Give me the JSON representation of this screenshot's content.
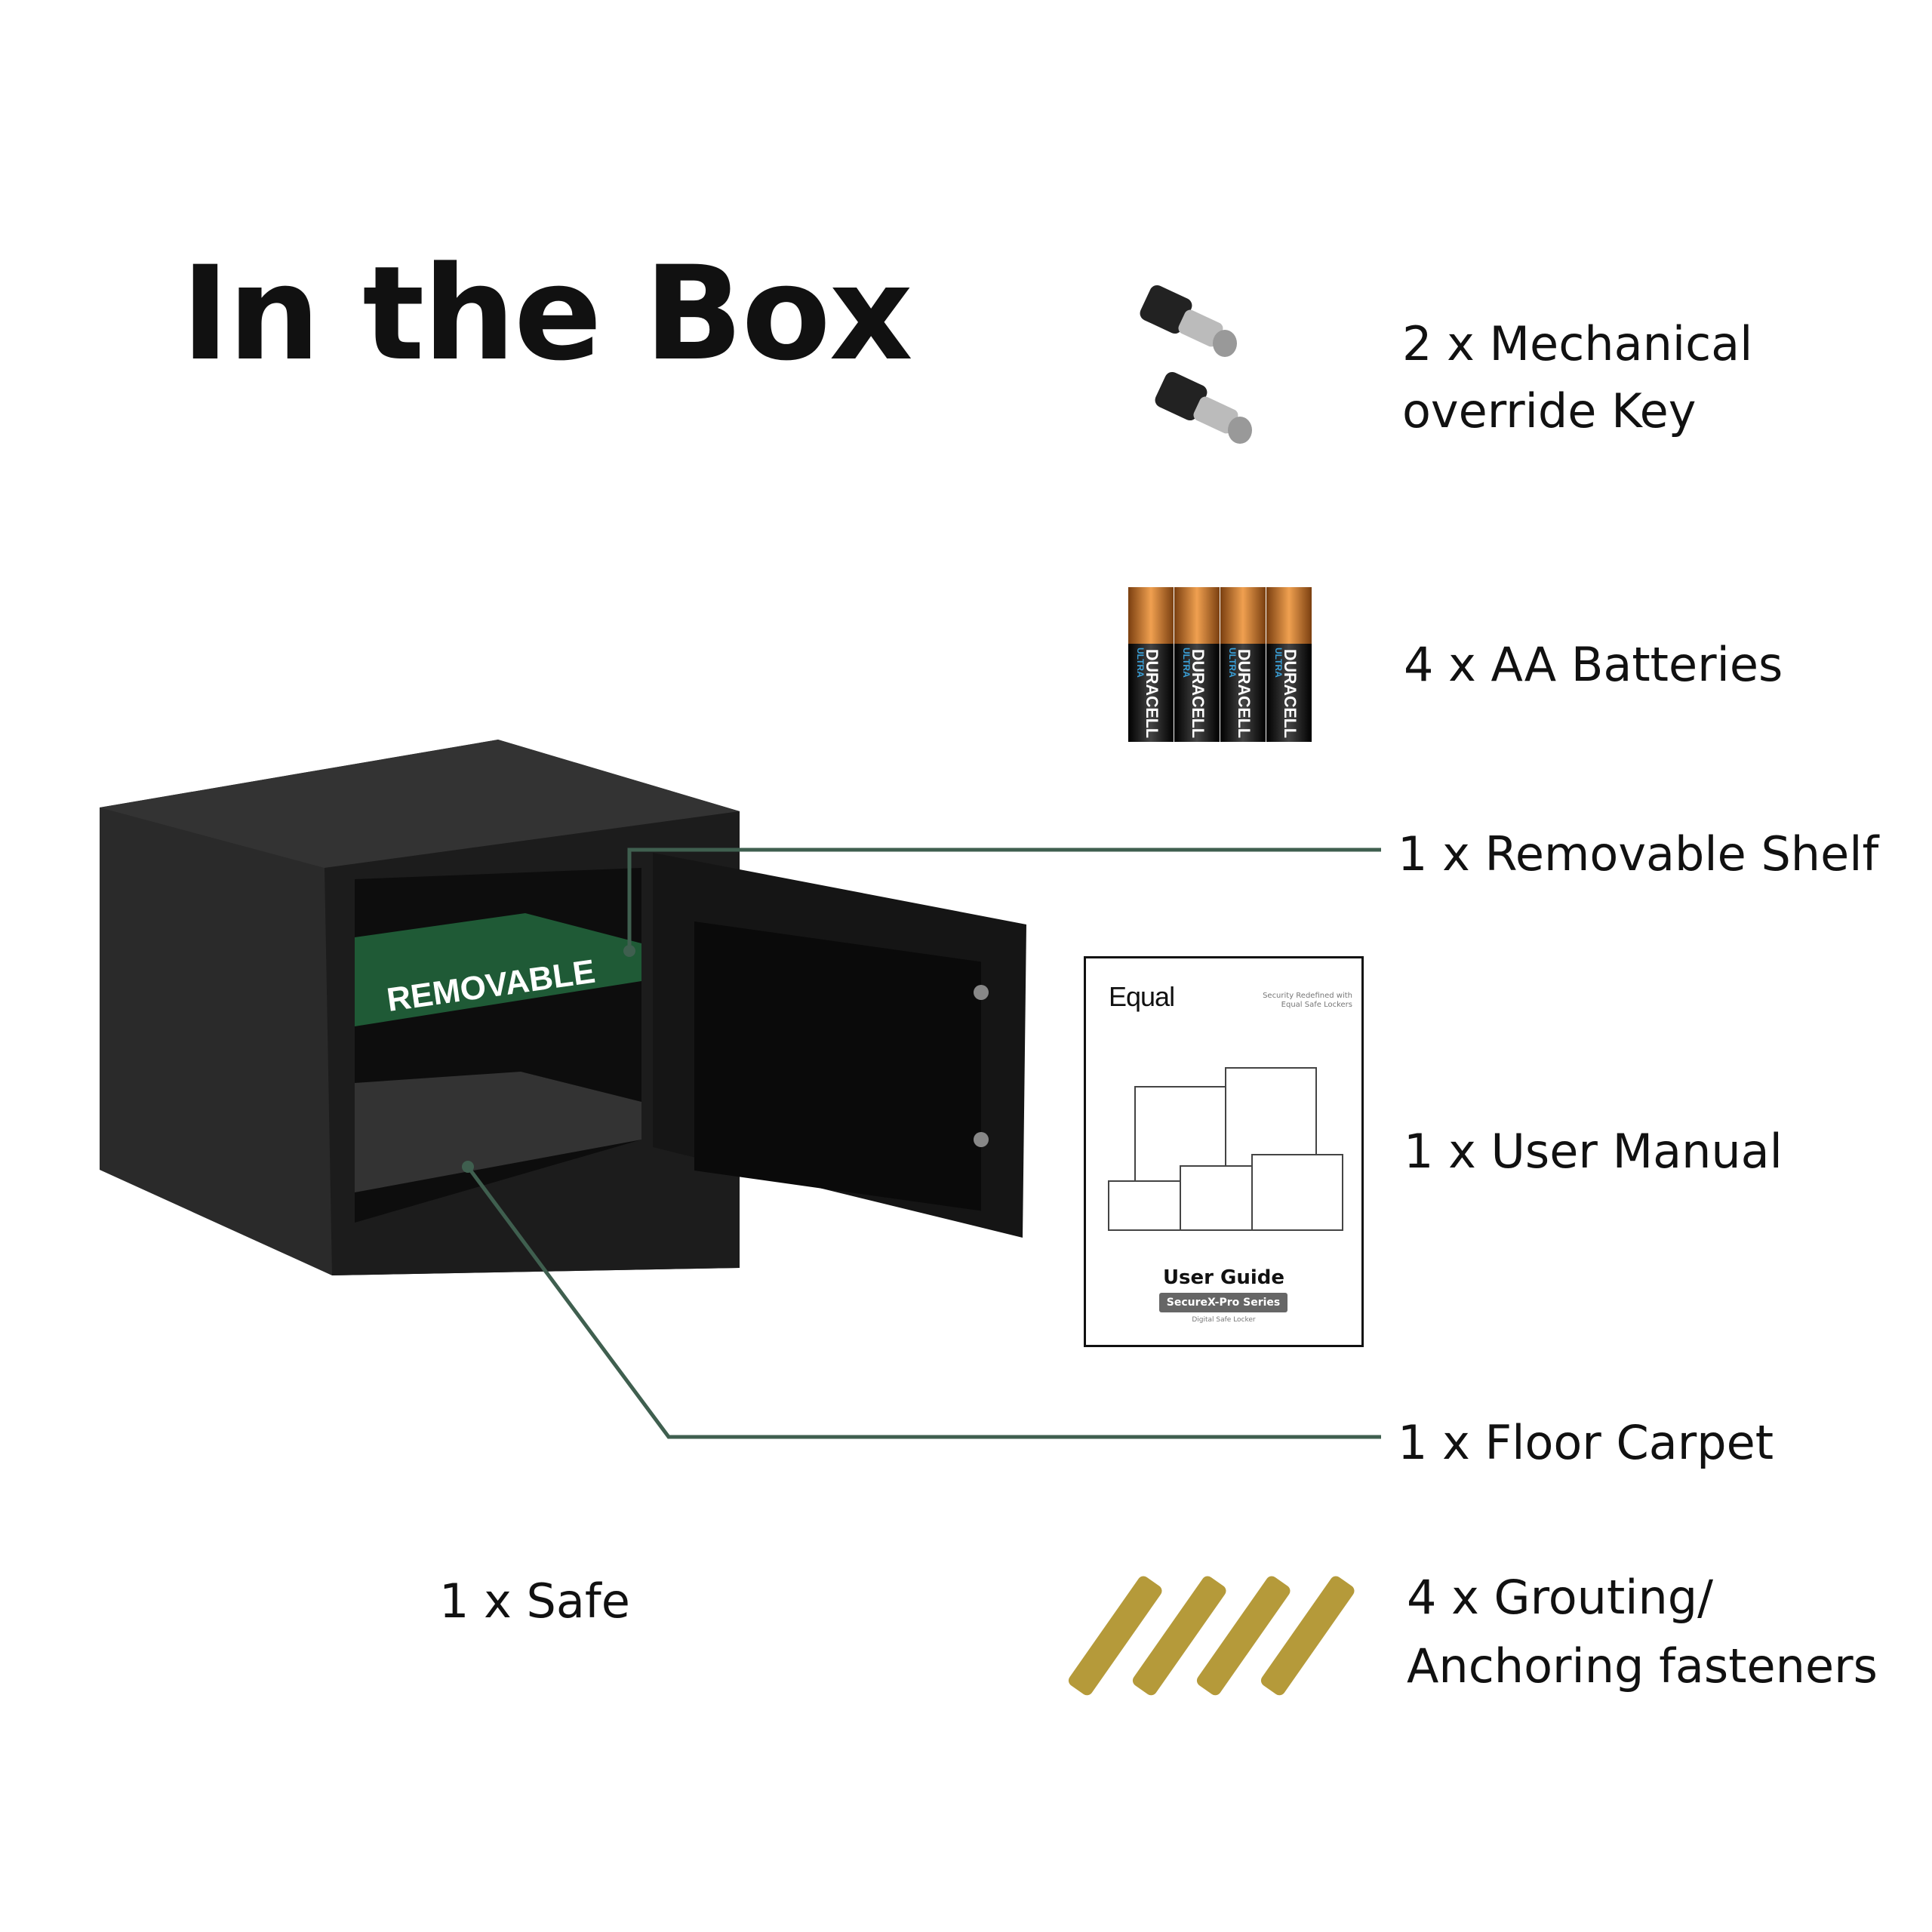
{
  "title": "In the Box",
  "items": {
    "keys": {
      "line1": "2 x Mechanical",
      "line2": "override Key"
    },
    "batteries": {
      "label": "4 x AA Batteries",
      "brand": "DURACELL",
      "sub": "ULTRA"
    },
    "shelf": {
      "label": "1 x Removable Shelf",
      "tag": "REMOVABLE"
    },
    "manual": {
      "label": "1 x User Manual",
      "brand": "Equal",
      "tagline1": "Security Redefined with",
      "tagline2": "Equal Safe Lockers",
      "heading": "User Guide",
      "series": "SecureX-Pro Series",
      "subtitle": "Digital Safe Locker"
    },
    "carpet": {
      "label": "1 x Floor Carpet"
    },
    "safe": {
      "label": "1 x Safe"
    },
    "fasteners": {
      "line1": "4 x Grouting/",
      "line2": "Anchoring fasteners"
    }
  },
  "colors": {
    "callout_line": "#3f5f4f",
    "shelf_green": "#1f5a36"
  }
}
